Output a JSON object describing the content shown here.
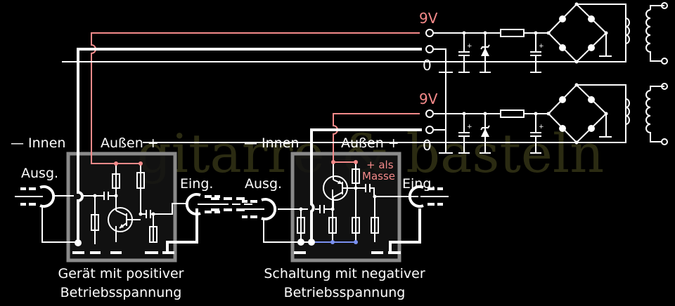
{
  "watermark": "gitarre & basteln",
  "colors": {
    "positive_wire": "#f58a8a",
    "ground_wire": "#7a90f0",
    "wire": "#ffffff",
    "box_border": "#8a8a8a"
  },
  "supplies": [
    {
      "plus_label": "9V",
      "zero_label": "0"
    },
    {
      "plus_label": "9V",
      "zero_label": "0"
    }
  ],
  "device_positive": {
    "inner_label": "— Innen",
    "outer_label": "Außen +",
    "output_label": "Ausg.",
    "input_label": "Eing.",
    "caption_line1": "Gerät mit positiver",
    "caption_line2": "Betriebsspannung"
  },
  "device_negative": {
    "inner_label": "— Innen",
    "outer_label": "Außen +",
    "output_label": "Ausg.",
    "input_label": "Eing.",
    "ground_note_line1": "+ als",
    "ground_note_line2": "Masse",
    "caption_line1": "Schaltung mit negativer",
    "caption_line2": "Betriebsspannung"
  }
}
